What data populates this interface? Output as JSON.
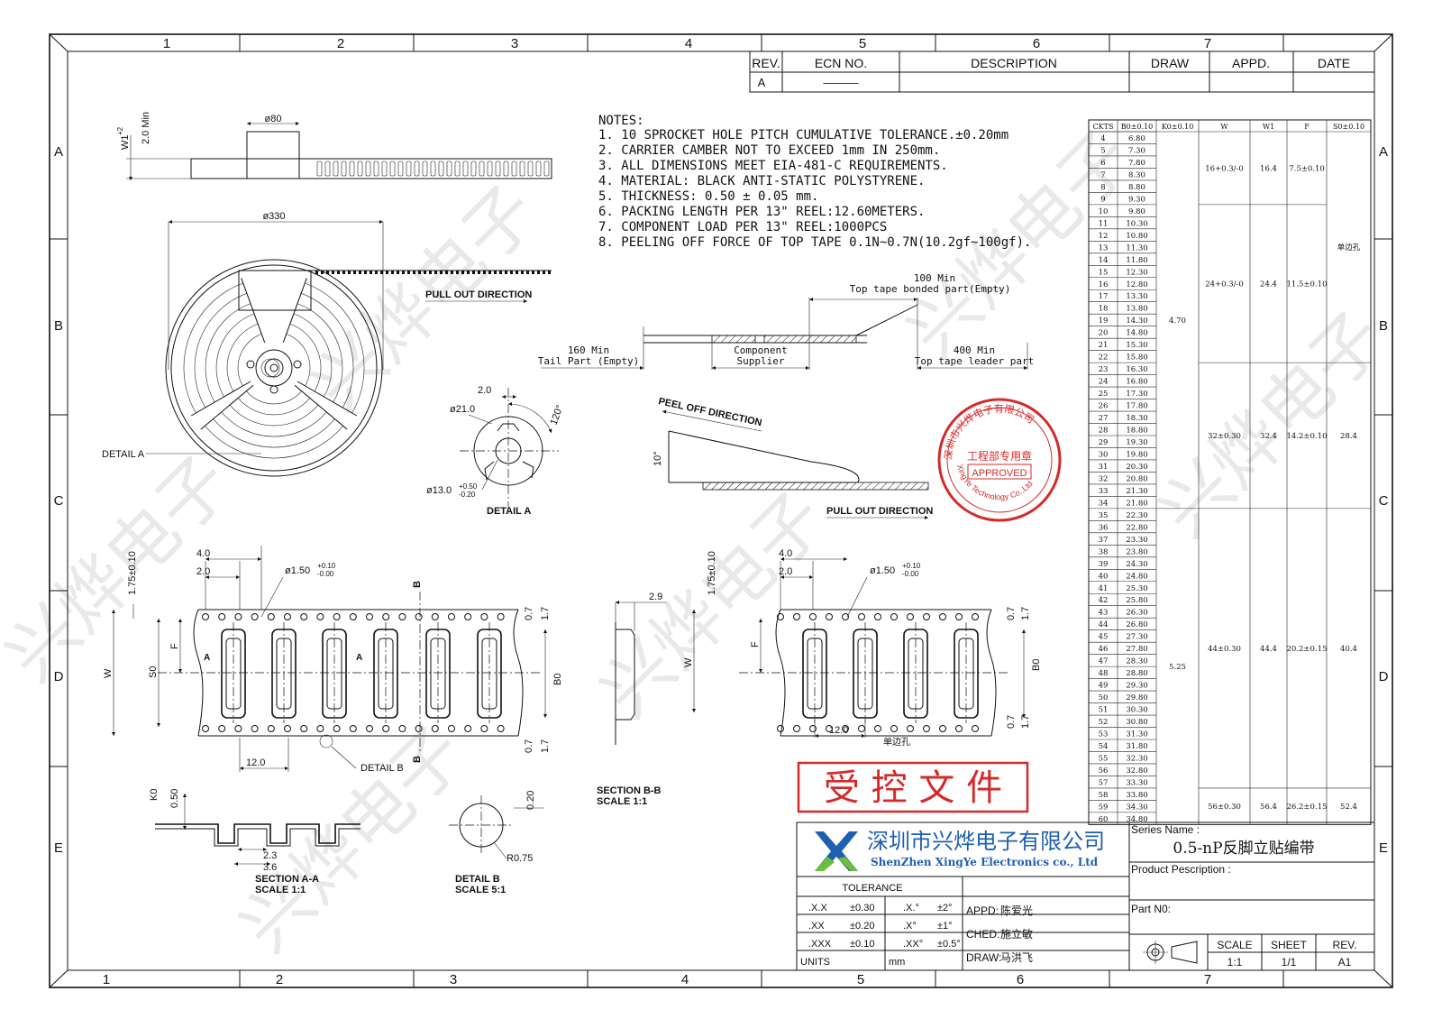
{
  "border": {
    "cols_top": [
      "1",
      "2",
      "3",
      "4",
      "5",
      "6",
      "7"
    ],
    "cols_bottom": [
      "1",
      "2",
      "3",
      "4",
      "5",
      "6",
      "7"
    ],
    "rows": [
      "A",
      "B",
      "C",
      "D",
      "E"
    ]
  },
  "rev_table": {
    "headers": [
      "REV.",
      "ECN NO.",
      "DESCRIPTION",
      "DRAW",
      "APPD.",
      "DATE"
    ],
    "row": [
      "A",
      "———",
      "",
      "",
      "",
      ""
    ]
  },
  "notes": {
    "title": "NOTES:",
    "items": [
      "1. 10 SPROCKET HOLE PITCH CUMULATIVE TOLERANCE.±0.20mm",
      "2. CARRIER CAMBER NOT TO EXCEED 1mm IN 250mm.",
      "3. ALL DIMENSIONS MEET EIA-481-C REQUIREMENTS.",
      "4. MATERIAL: BLACK ANTI-STATIC POLYSTYRENE.",
      "5. THICKNESS: 0.50 ± 0.05 mm.",
      "6. PACKING LENGTH PER 13\" REEL:12.60METERS.",
      "7. COMPONENT LOAD PER 13\" REEL:1000PCS",
      "8. PEELING OFF FORCE OF TOP TAPE 0.1N~0.7N(10.2gf~100gf)."
    ]
  },
  "reel": {
    "phi80": "ø80",
    "w1": "W1",
    "w1_tol": "+2",
    "w1_tol2": "-0",
    "min20": "2.0 Min",
    "phi330": "ø330",
    "pull_out": "PULL OUT DIRECTION",
    "detail_a_ref": "DETAIL A"
  },
  "detail_a": {
    "d20": "2.0",
    "phi21": "ø21.0",
    "deg120": "120°",
    "phi13": "ø13.0",
    "phi13_tol_up": "+0.50",
    "phi13_tol_dn": "-0.20",
    "title": "DETAIL A"
  },
  "tape_layout": {
    "min100": "100 Min",
    "top_bonded": "Top tape bonded part(Empty)",
    "min160": "160 Min",
    "tail": "Tail Part (Empty)",
    "component": "Component",
    "supplier": "Supplier",
    "min400": "400 Min",
    "leader": "Top tape leader part"
  },
  "peel": {
    "peel_off": "PEEL OFF DIRECTION",
    "deg10": "10°",
    "pull_out": "PULL OUT DIRECTION"
  },
  "stamp": {
    "ring_text": "深圳市兴烨电子有限公司",
    "ring_text2": "XingYe Technology Co.,Ltd",
    "dept": "工程部专用章",
    "approved": "APPROVED"
  },
  "tape_left": {
    "d175": "1.75±0.10",
    "d40": "4.0",
    "d20": "2.0",
    "phi150": "ø1.50",
    "phi150_up": "+0.10",
    "phi150_dn": "-0.00",
    "b_top": "B",
    "b_bottom": "B",
    "a_left": "A",
    "a_right": "A",
    "W": "W",
    "S0": "S0",
    "F": "F",
    "B0": "B0",
    "d07a": "0.7",
    "d17a": "1.7",
    "d07b": "0.7",
    "d17b": "1.7",
    "d120": "12.0",
    "detail_b_ref": "DETAIL B"
  },
  "section_bb": {
    "d29": "2.9",
    "title": "SECTION B-B",
    "scale": "SCALE    1:1"
  },
  "tape_right": {
    "d175": "1.75±0.10",
    "d40": "4.0",
    "d20": "2.0",
    "phi150": "ø1.50",
    "phi150_up": "+0.10",
    "phi150_dn": "-0.00",
    "W": "W",
    "F": "F",
    "B0": "B0",
    "d07a": "0.7",
    "d17a": "1.7",
    "d07b": "0.7",
    "d17b": "1.7",
    "d120": "12.0",
    "single": "单边孔"
  },
  "section_aa": {
    "K0": "K0",
    "d050": "0.50",
    "d23": "2.3",
    "d36": "3.6",
    "title": "SECTION A-A",
    "scale": "SCALE    1:1"
  },
  "detail_b": {
    "d020": "0.20",
    "r075": "R0.75",
    "title": "DETAIL   B",
    "scale": "SCALE 5:1"
  },
  "control_stamp": "受 控 文 件",
  "spec_table": {
    "headers": [
      "CKTS",
      "B0±0.10",
      "K0±0.10",
      "W",
      "W1",
      "F",
      "S0±0.10"
    ],
    "ckts": [
      "4",
      "5",
      "6",
      "7",
      "8",
      "9",
      "10",
      "11",
      "12",
      "13",
      "14",
      "15",
      "16",
      "17",
      "18",
      "19",
      "20",
      "21",
      "22",
      "23",
      "24",
      "25",
      "26",
      "27",
      "28",
      "29",
      "30",
      "31",
      "32",
      "33",
      "34",
      "35",
      "36",
      "37",
      "38",
      "39",
      "40",
      "41",
      "42",
      "43",
      "44",
      "45",
      "46",
      "47",
      "48",
      "49",
      "50",
      "51",
      "52",
      "53",
      "54",
      "55",
      "56",
      "57",
      "58",
      "59",
      "60"
    ],
    "b0": [
      "6.80",
      "7.30",
      "7.80",
      "8.30",
      "8.80",
      "9.30",
      "9.80",
      "10.30",
      "10.80",
      "11.30",
      "11.80",
      "12.30",
      "12.80",
      "13.30",
      "13.80",
      "14.30",
      "14.80",
      "15.30",
      "15.80",
      "16.30",
      "16.80",
      "17.30",
      "17.80",
      "18.30",
      "18.80",
      "19.30",
      "19.80",
      "20.30",
      "20.80",
      "21.30",
      "21.80",
      "22.30",
      "22.80",
      "23.30",
      "23.80",
      "24.30",
      "24.80",
      "25.30",
      "25.80",
      "26.30",
      "26.80",
      "27.30",
      "27.80",
      "28.30",
      "28.80",
      "29.30",
      "29.80",
      "30.30",
      "30.80",
      "31.30",
      "31.80",
      "32.30",
      "32.80",
      "33.30",
      "33.80",
      "34.30",
      "34.80"
    ],
    "k0_groups": [
      {
        "rows": 31,
        "value": "4.70"
      },
      {
        "rows": 26,
        "value": "5.25"
      }
    ],
    "w_groups": [
      {
        "rows": 6,
        "w": "16+0.3/-0",
        "w1": "16.4",
        "f": "7.5±0.10"
      },
      {
        "rows": 13,
        "w": "24+0.3/-0",
        "w1": "24.4",
        "f": "11.5±0.10"
      },
      {
        "rows": 12,
        "w": "32±0.30",
        "w1": "32.4",
        "f": "14.2±0.10"
      },
      {
        "rows": 23,
        "w": "44±0.30",
        "w1": "44.4",
        "f": "20.2±0.15"
      },
      {
        "rows": 3,
        "w": "56±0.30",
        "w1": "56.4",
        "f": "26.2±0.15"
      }
    ],
    "s0_groups": [
      {
        "rows": 19,
        "value": "单边孔"
      },
      {
        "rows": 12,
        "value": "28.4"
      },
      {
        "rows": 23,
        "value": "40.4"
      },
      {
        "rows": 3,
        "value": "52.4"
      }
    ]
  },
  "title_block": {
    "company_cn": "深圳市兴烨电子有限公司",
    "company_en": "ShenZhen XingYe Electronics co., Ltd",
    "series_label": "Series Name :",
    "series_value": "0.5-nP反脚立贴编带",
    "product_label": "Product Pescription :",
    "partno_label": "Part N0:",
    "tolerance": "TOLERANCE",
    "tol_rows": [
      [
        ".X.X",
        "±0.30",
        ".X.°",
        "±2°"
      ],
      [
        ".XX",
        "±0.20",
        ".X°",
        "±1°"
      ],
      [
        ".XXX",
        "±0.10",
        ".XX°",
        "±0.5°"
      ]
    ],
    "units_label": "UNITS",
    "units_value": "mm",
    "appd_label": "APPD:",
    "appd_value": "陈爱光",
    "ched_label": "CHED:",
    "ched_value": "施立敏",
    "draw_label": "DRAW:",
    "draw_value": "马洪飞",
    "scale_label": "SCALE",
    "scale_value": "1:1",
    "sheet_label": "SHEET",
    "sheet_value": "1/1",
    "rev_label": "REV.",
    "rev_value": "A1"
  },
  "watermark": "兴烨电子"
}
